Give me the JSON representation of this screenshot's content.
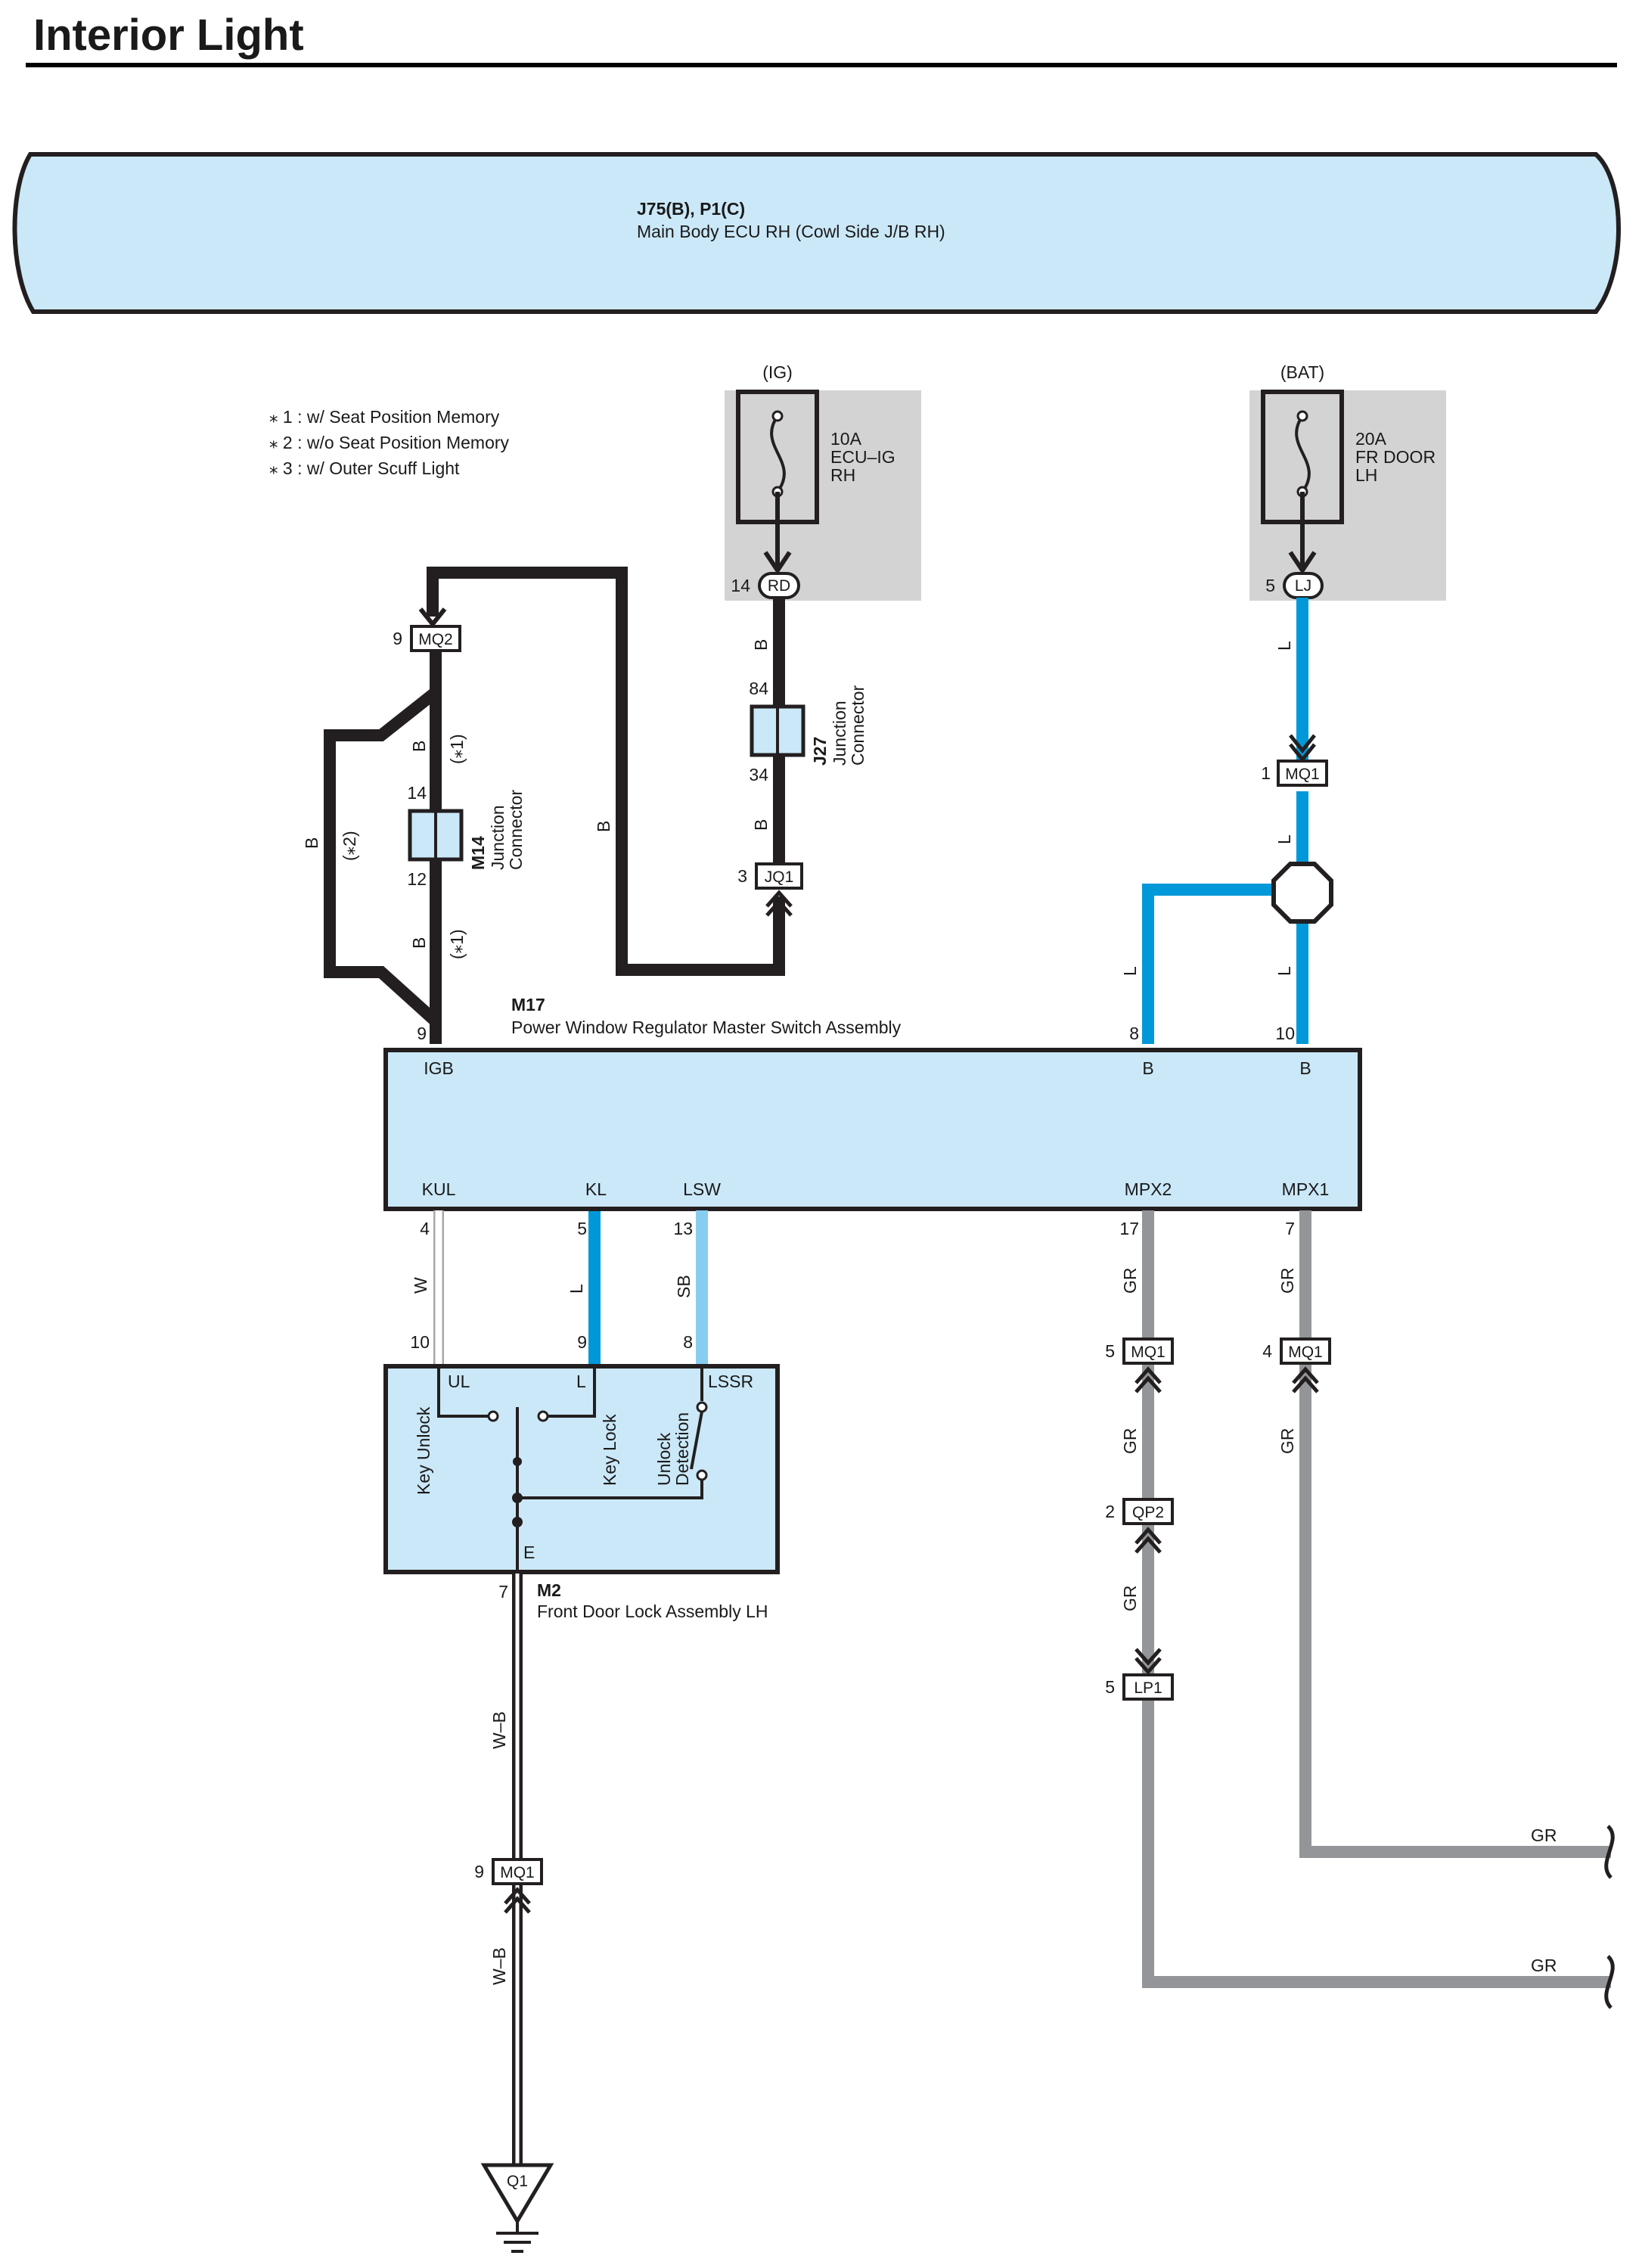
{
  "title": "Interior Light",
  "notes": [
    "⁎ 1 : w/ Seat Position Memory",
    "⁎ 2 : w/o Seat Position Memory",
    "⁎ 3 : w/ Outer Scuff Light"
  ],
  "ecu": {
    "code": "J75(B), P1(C)",
    "name": "Main Body ECU RH (Cowl Side J/B RH)"
  },
  "fuse_ig": {
    "source": "(IG)",
    "rating": "10A",
    "name1": "ECU–IG",
    "name2": "RH",
    "pin": "14",
    "conn": "RD"
  },
  "fuse_bat": {
    "source": "(BAT)",
    "rating": "20A",
    "name1": "FR DOOR",
    "name2": "LH",
    "pin": "5",
    "conn": "LJ"
  },
  "j27": {
    "code": "J27",
    "line1": "Junction",
    "line2": "Connector",
    "pin_top": "84",
    "pin_bottom": "34"
  },
  "m14": {
    "code": "M14",
    "line1": "Junction",
    "line2": "Connector",
    "pin_top": "14",
    "pin_bottom": "12"
  },
  "m17": {
    "code": "M17",
    "name": "Power Window Regulator Master Switch Assembly",
    "pins_top": [
      {
        "label": "IGB",
        "num": "9"
      },
      {
        "label": "B",
        "num": "8"
      },
      {
        "label": "B",
        "num": "10"
      }
    ],
    "pins_bottom": [
      {
        "label": "KUL",
        "num": "4"
      },
      {
        "label": "KL",
        "num": "5"
      },
      {
        "label": "LSW",
        "num": "13"
      },
      {
        "label": "MPX2",
        "num": "17"
      },
      {
        "label": "MPX1",
        "num": "7"
      }
    ]
  },
  "m2": {
    "code": "M2",
    "name": "Front Door Lock Assembly LH",
    "pins_top": [
      {
        "label": "UL",
        "num": "10"
      },
      {
        "label": "L",
        "num": "9"
      },
      {
        "label": "LSSR",
        "num": "8"
      }
    ],
    "ground_pin": {
      "label": "E",
      "num": "7"
    },
    "switches": [
      "Key Unlock",
      "Key Lock",
      "Unlock",
      "Detection"
    ]
  },
  "connectors": [
    {
      "pin": "9",
      "name": "MQ2"
    },
    {
      "pin": "3",
      "name": "JQ1"
    },
    {
      "pin": "1",
      "name": "MQ1"
    },
    {
      "pin": "5",
      "name": "MQ1"
    },
    {
      "pin": "4",
      "name": "MQ1"
    },
    {
      "pin": "2",
      "name": "QP2"
    },
    {
      "pin": "5",
      "name": "LP1"
    },
    {
      "pin": "9",
      "name": "MQ1"
    }
  ],
  "ground": {
    "name": "Q1"
  },
  "wire_labels": {
    "b": "B",
    "l": "L",
    "w": "W",
    "sb": "SB",
    "gr": "GR",
    "wb": "W–B",
    "star1": "(⁎1)",
    "star2": "(⁎2)"
  },
  "colors": {
    "ecu_fill": "#cbe8f8",
    "fuse_bg": "#d3d3d3",
    "wire_b": "#231f20",
    "wire_l": "#0098d8",
    "wire_sb": "#87cdf0",
    "wire_gr": "#939598",
    "wire_w": "#c8c8c8"
  }
}
